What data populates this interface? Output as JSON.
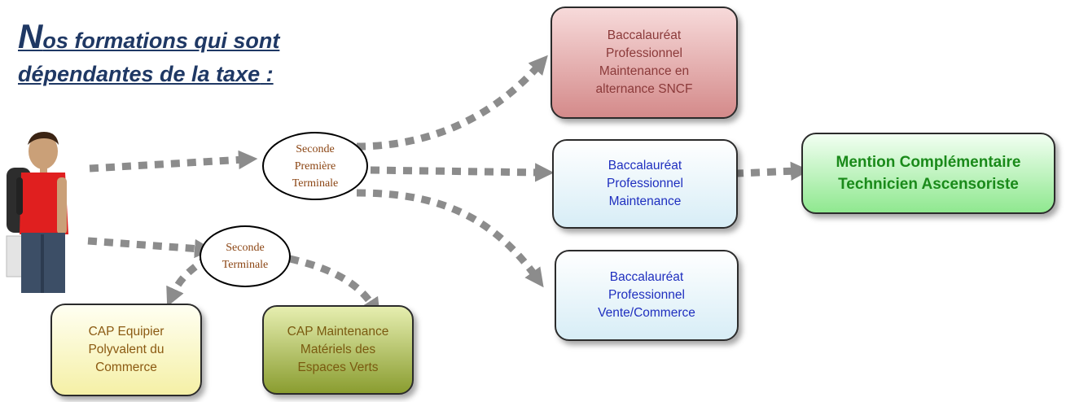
{
  "title": {
    "first_letter": "N",
    "line1_rest": "os formations qui sont",
    "line2": "dépendantes de la taxe",
    "suffix": " :"
  },
  "nodes": {
    "seconde_premiere_terminale": {
      "lines": [
        "Seconde",
        "Première",
        "Terminale"
      ]
    },
    "seconde_terminale": {
      "lines": [
        "Seconde",
        "Terminale"
      ]
    },
    "bac_pro_sncf": {
      "lines": [
        "Baccalauréat",
        "Professionnel",
        "Maintenance en",
        "alternance SNCF"
      ]
    },
    "bac_pro_maintenance": {
      "lines": [
        "Baccalauréat",
        "Professionnel",
        "Maintenance"
      ]
    },
    "bac_pro_vente": {
      "lines": [
        "Baccalauréat",
        "Professionnel",
        "Vente/Commerce"
      ]
    },
    "mention_complementaire": {
      "lines": [
        "Mention Complémentaire",
        "Technicien Ascensoriste"
      ]
    },
    "cap_equipier": {
      "lines": [
        "CAP Equipier",
        "Polyvalent du",
        "Commerce"
      ]
    },
    "cap_maintenance": {
      "lines": [
        "CAP Maintenance",
        "Matériels des",
        "Espaces Verts"
      ]
    }
  },
  "colors": {
    "title": "#1f3864",
    "arrow": "#8c8c8c",
    "sncf_text": "#8b3a3a",
    "bac_text": "#1f2fbf",
    "mention_text": "#1a8a1a",
    "cap_equipier_text": "#8b5a12",
    "cap_maintenance_text": "#7a5a10",
    "ellipse_text": "#8b4513"
  },
  "icons": {
    "student": "student-icon"
  }
}
